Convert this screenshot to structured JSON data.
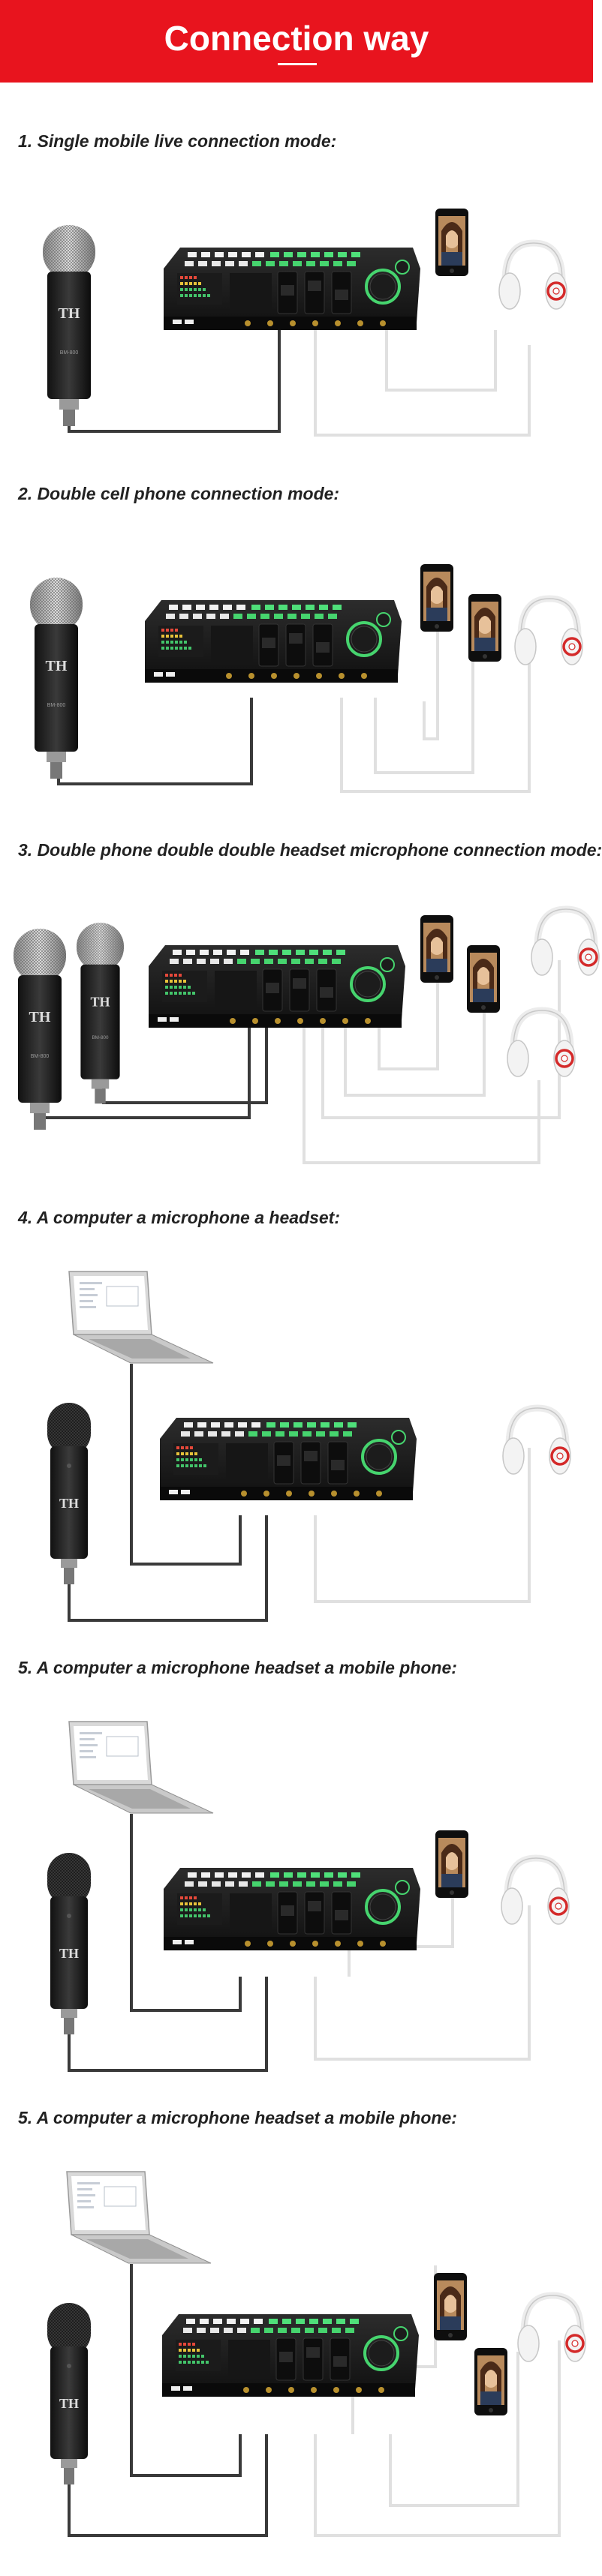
{
  "banner": {
    "title": "Connection way",
    "color": "#e8141e"
  },
  "sections": [
    {
      "heading": "1. Single mobile live connection mode:"
    },
    {
      "heading": "2. Double cell phone connection mode:"
    },
    {
      "heading": "3.  Double phone double double headset microphone connection mode:"
    },
    {
      "heading": "4. A computer a microphone a headset:"
    },
    {
      "heading": "5. A computer a microphone headset a mobile phone:"
    },
    {
      "heading": "5. A computer a microphone headset a mobile phone:"
    }
  ],
  "device_labels": {
    "mic_model": "BM-800",
    "brand_mark": "TH"
  }
}
